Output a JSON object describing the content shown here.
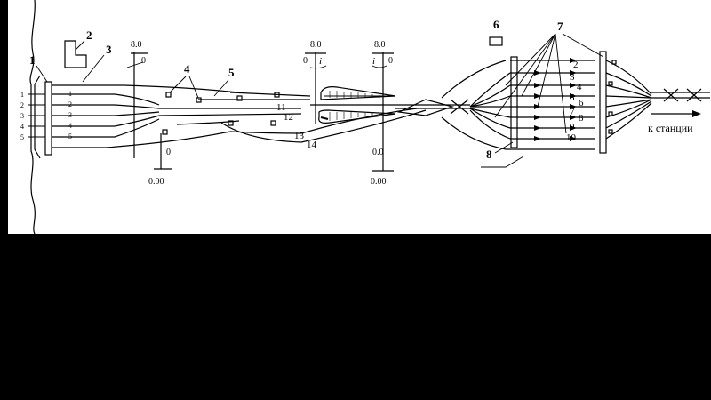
{
  "diagram": {
    "callouts": {
      "c1": "1",
      "c2": "2",
      "c3": "3",
      "c4": "4",
      "c5": "5",
      "c6": "6",
      "c7": "7",
      "c8": "8"
    },
    "entry_tracks": [
      "1",
      "2",
      "3",
      "4",
      "5"
    ],
    "inner_tracks": [
      "1",
      "2",
      "3",
      "4",
      "5"
    ],
    "middle_tracks": {
      "t11": "11",
      "t12": "12",
      "t13": "13",
      "t14": "14"
    },
    "right_tracks": [
      "2",
      "3",
      "4",
      "5",
      "6",
      "7",
      "8",
      "9",
      "10"
    ],
    "signals": {
      "s1_top": "8.0",
      "s1_zero": "0",
      "s2_top": "8.0",
      "s2_zero": "0",
      "s2_sym": "i",
      "s3_top": "8.0",
      "s3_zero": "0",
      "s3_sym": "i",
      "s4_zero": "0",
      "s4_bottom": "0.00",
      "s5_zero": "0.0",
      "s5_bottom": "0.00"
    },
    "direction_label": "к станции"
  }
}
